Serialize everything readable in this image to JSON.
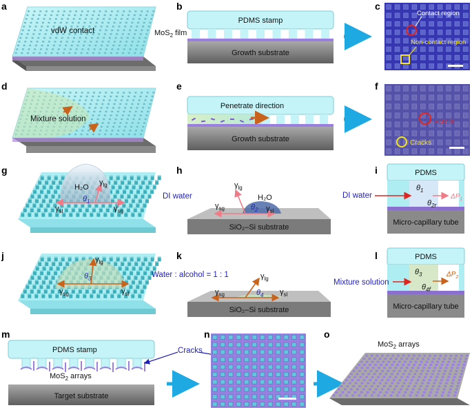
{
  "panels": {
    "a": {
      "letter": "a",
      "text": "vdW contact"
    },
    "b": {
      "letter": "b",
      "stamp": "PDMS stamp",
      "film_main": "MoS",
      "film_sub": "2",
      "film_rest": " film",
      "substrate": "Growth substrate"
    },
    "c": {
      "letter": "c",
      "contact": "Contact region",
      "noncontact": "Non-contact region"
    },
    "d": {
      "letter": "d",
      "text": "Mixture solution"
    },
    "e": {
      "letter": "e",
      "text": "Penetrate direction",
      "substrate": "Growth substrate"
    },
    "f": {
      "letter": "f",
      "scrolls": "Scrolls",
      "cracks": "Cracks"
    },
    "g": {
      "letter": "g",
      "h2o": "H₂O"
    },
    "h": {
      "letter": "h",
      "di": "DI water",
      "h2o": "H₂O",
      "substrate": "SiO₂–Si substrate"
    },
    "i": {
      "letter": "i",
      "pdms": "PDMS",
      "di": "DI water",
      "tube": "Micro-capillary tube"
    },
    "j": {
      "letter": "j"
    },
    "k": {
      "letter": "k",
      "ratio": "Water : alcohol = 1 : 1",
      "substrate": "SiO₂–Si substrate"
    },
    "l": {
      "letter": "l",
      "pdms": "PDMS",
      "mixture": "Mixture solution",
      "tube": "Micro-capillary tube"
    },
    "m": {
      "letter": "m",
      "stamp": "PDMS stamp",
      "arrays_main": "MoS",
      "arrays_sub": "2",
      "arrays_rest": " arrays",
      "substrate": "Target substrate"
    },
    "n": {
      "letter": "n",
      "cracks": "Cracks"
    },
    "o": {
      "letter": "o",
      "arrays_main": "MoS",
      "arrays_sub": "2",
      "arrays_rest": " arrays"
    }
  },
  "symbols": {
    "gamma": "γ",
    "theta": "θ",
    "delta_p": "ΔP",
    "sub_lg": "lg",
    "sub_sl": "sl",
    "sub_sg": "sg",
    "sub_1": "1",
    "sub_2": "2",
    "sub_3": "3",
    "sub_4": "4",
    "sub_r": "r",
    "sub_f": "f",
    "sub_p1": "1",
    "sub_p2": "2"
  },
  "colors": {
    "cyan_panel": "#aeeef2",
    "blue_arrow": "#1fa9e3",
    "substrate_dark": "#7b7b7b",
    "micrograph_blue": "#3636b0",
    "micrograph_purple": "#5452a8",
    "micrograph_violet": "#9b7fe0",
    "red_marker": "#e0241f",
    "yellow_marker": "#f5e51a",
    "orange_arrow": "#c9621b"
  }
}
